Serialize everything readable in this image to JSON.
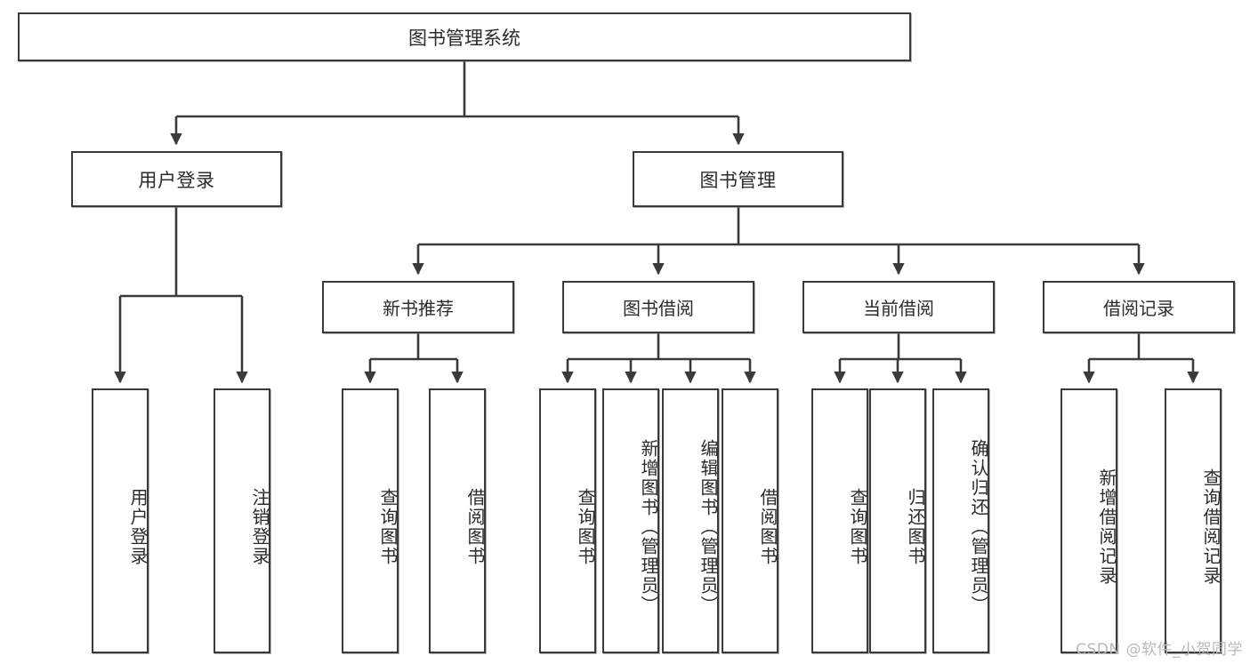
{
  "diagram": {
    "type": "hierarchy-tree",
    "title": "图书管理系统",
    "stroke_color": "#3a3a3a",
    "background_color": "#ffffff",
    "nodes": {
      "root": {
        "label": "图书管理系统"
      },
      "level2": [
        {
          "label": "用户登录"
        },
        {
          "label": "图书管理"
        }
      ],
      "level3": [
        {
          "label": "新书推荐"
        },
        {
          "label": "图书借阅"
        },
        {
          "label": "当前借阅"
        },
        {
          "label": "借阅记录"
        }
      ],
      "leaves": {
        "user_login": [
          {
            "label": "用户登录"
          },
          {
            "label": "注销登录"
          }
        ],
        "new_book": [
          {
            "label": "查询图书"
          },
          {
            "label": "借阅图书"
          }
        ],
        "book_borrow": [
          {
            "label": "查询图书"
          },
          {
            "label": "新增图书（管理员）"
          },
          {
            "label": "编辑图书（管理员）"
          },
          {
            "label": "借阅图书"
          }
        ],
        "current_borrow": [
          {
            "label": "查询图书"
          },
          {
            "label": "归还图书"
          },
          {
            "label": "确认归还（管理员）"
          }
        ],
        "borrow_record": [
          {
            "label": "新增借阅记录"
          },
          {
            "label": "查询借阅记录"
          }
        ]
      }
    }
  },
  "watermark": {
    "text": "CSDN @软件_小贺同学"
  }
}
